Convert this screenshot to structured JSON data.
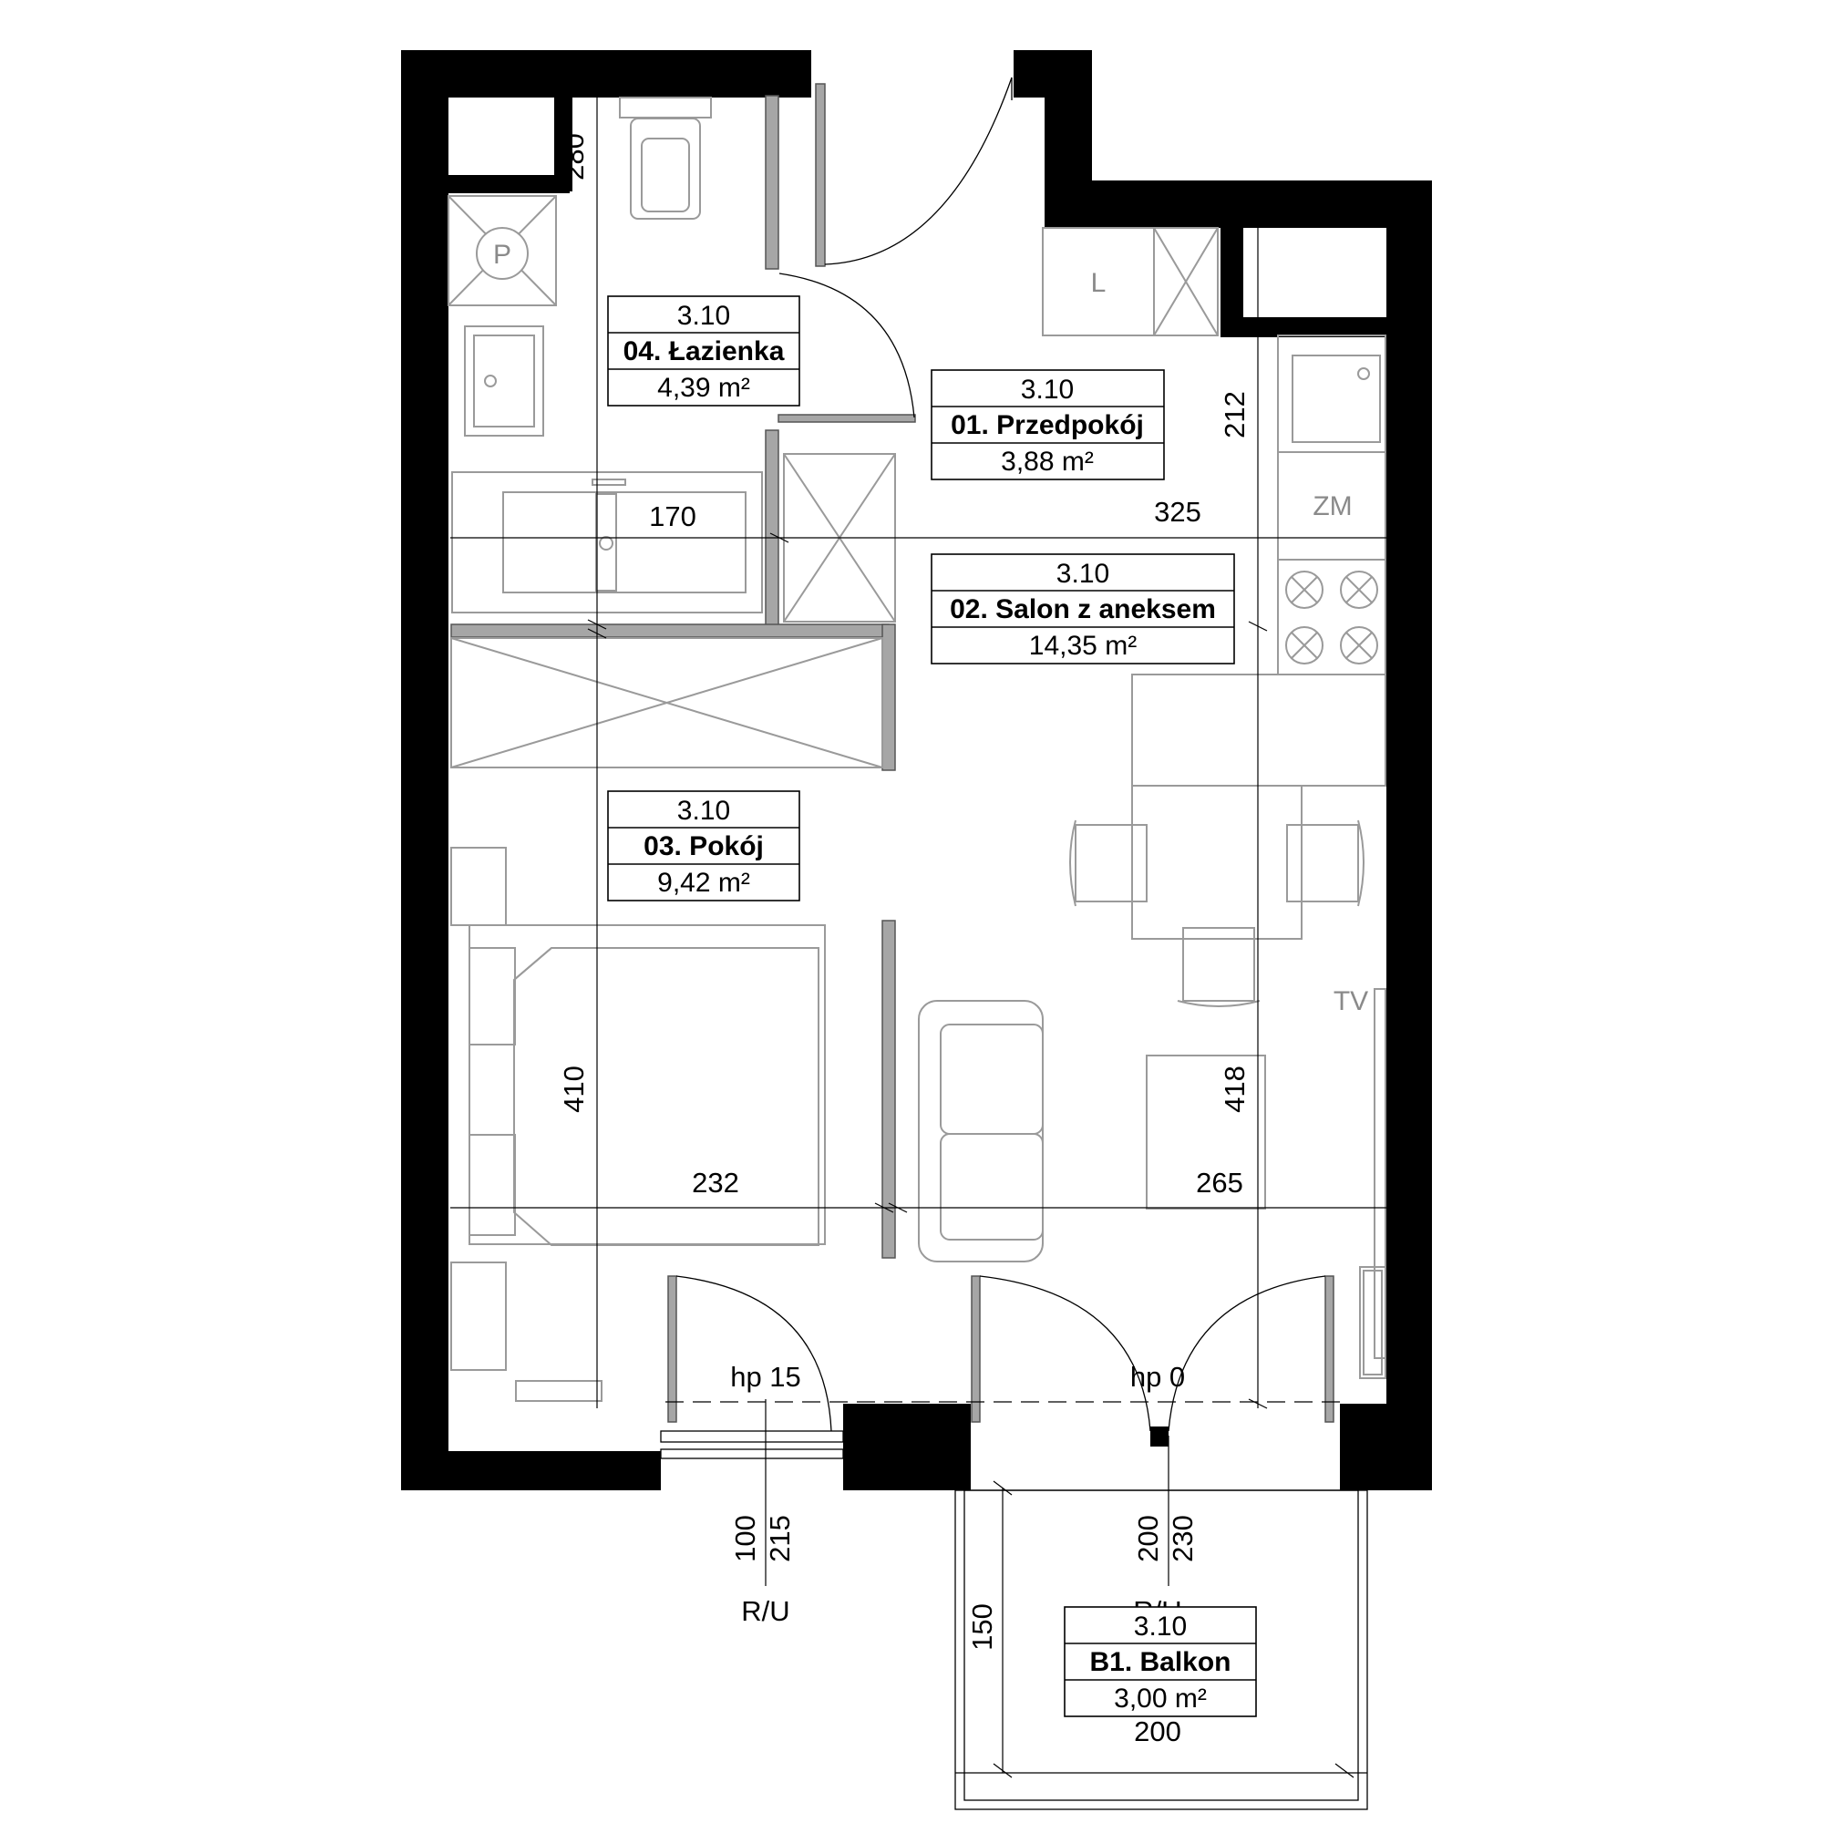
{
  "rooms": {
    "bathroom": {
      "code": "3.10",
      "name": "04. Łazienka",
      "area": "4,39 m²"
    },
    "hall": {
      "code": "3.10",
      "name": "01. Przedpokój",
      "area": "3,88 m²"
    },
    "living": {
      "code": "3.10",
      "name": "02. Salon z aneksem",
      "area": "14,35 m²"
    },
    "room": {
      "code": "3.10",
      "name": "03. Pokój",
      "area": "9,42 m²"
    },
    "balcony": {
      "code": "3.10",
      "name": "B1. Balkon",
      "area": "3,00 m²"
    }
  },
  "dimensions": {
    "bath_height": "280",
    "bath_width": "170",
    "hall_width": "325",
    "kitchen_height": "212",
    "room_height": "410",
    "room_width": "232",
    "living_height": "418",
    "living_width": "265",
    "balcony_depth": "150",
    "balcony_width": "200"
  },
  "openings": {
    "window_left": {
      "sill": "hp 15",
      "width": "100",
      "height": "215",
      "note": "R/U"
    },
    "door_balcony": {
      "sill": "hp 0",
      "width": "200",
      "height": "230",
      "note": "R/U"
    }
  },
  "fixtures": {
    "boiler": "P",
    "wardrobe": "L",
    "washer": "ZM",
    "tv": "TV"
  },
  "colors": {
    "wall": "#000000",
    "fixture": "#9a9a9a"
  }
}
